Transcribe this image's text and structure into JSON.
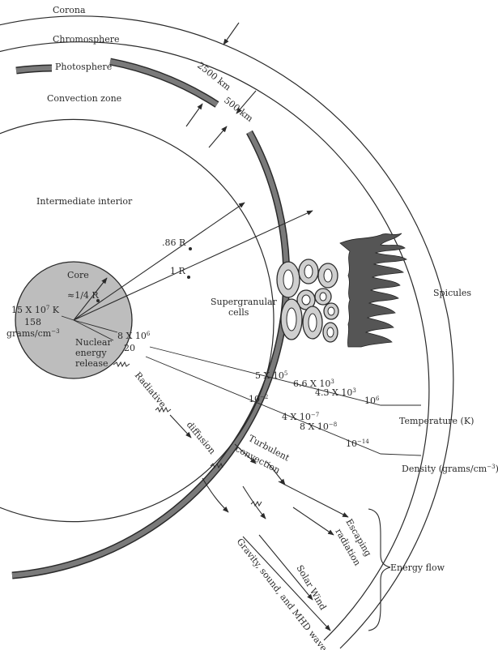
{
  "layers": {
    "corona": "Corona",
    "chromosphere": "Chromosphere",
    "photosphere": "Photosphere",
    "convection_zone": "Convection zone",
    "intermediate_interior": "Intermediate interior"
  },
  "thickness": {
    "chromosphere": "2500 km",
    "photosphere": "500 km"
  },
  "radii": {
    "r086": ".86 R",
    "r1": "1 R",
    "core_label": "Core",
    "core_radius": "≈1/4 R"
  },
  "core": {
    "temperature": "15 X 10",
    "temperature_exp": "7",
    "temperature_unit": " K",
    "density": "158",
    "density_unit": "grams/cm",
    "density_exp": "−3",
    "nuclear_line1": "Nuclear",
    "nuclear_line2": "energy",
    "nuclear_line3": "release"
  },
  "features": {
    "supergranular_line1": "Supergranular",
    "supergranular_line2": "cells",
    "spicules": "Spicules"
  },
  "temperature_values": [
    {
      "base": "8 X 10",
      "exp": "6"
    },
    {
      "base": "5 X 10",
      "exp": "5"
    },
    {
      "base": "6.6 X 10",
      "exp": "3"
    },
    {
      "base": "4.3 X 10",
      "exp": "3"
    },
    {
      "base": "10",
      "exp": "6"
    }
  ],
  "density_values": [
    {
      "base": "20",
      "exp": ""
    },
    {
      "base": "10",
      "exp": "−2"
    },
    {
      "base": "4 X 10",
      "exp": "−7"
    },
    {
      "base": "8 X 10",
      "exp": "−8"
    },
    {
      "base": "10",
      "exp": "−14"
    }
  ],
  "axis_labels": {
    "temperature": "Temperature (K)",
    "density": "Density (grams/cm",
    "density_exp": "−3",
    "density_close": ")"
  },
  "energy": {
    "radiative": "Radiative",
    "diffusion": "diffusion",
    "turbulent": "Turbulent",
    "convection": "convection",
    "escaping": "Escaping",
    "radiation": "radiation",
    "solar_wind": "Solar Wind",
    "gravity": "Gravity, sound, and MHD waves",
    "energy_flow": "Energy flow"
  },
  "colors": {
    "ink": "#2a2a2a",
    "core_fill": "#bdbdbd",
    "photosphere_fill": "#7a7a7a",
    "spicule_fill": "#555555",
    "cell_fill": "#cfcfcf"
  }
}
